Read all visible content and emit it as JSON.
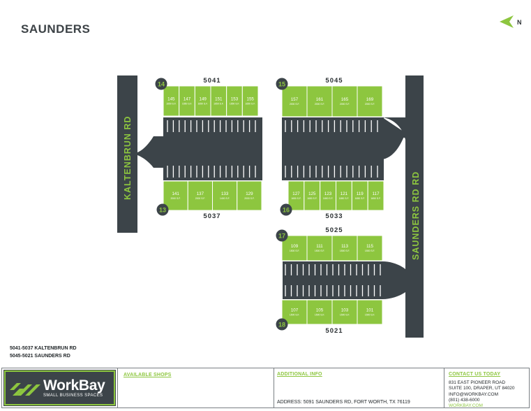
{
  "title": "SAUNDERS",
  "north_label": "N",
  "colors": {
    "green": "#8dc63f",
    "road": "#3c4449",
    "lot_stripe": "#ffffff"
  },
  "roads": {
    "west": "KALTENBRUN RD",
    "east": "SAUNDERS RD RD"
  },
  "buildings": [
    {
      "id": "b5041",
      "name": "5041",
      "badge": "14",
      "units": [
        {
          "number": "145",
          "size": "1650 S.F."
        },
        {
          "number": "147",
          "size": "1650 S.F."
        },
        {
          "number": "149",
          "size": "1650 S.F."
        },
        {
          "number": "151",
          "size": "1650 S.F."
        },
        {
          "number": "153",
          "size": "1650 S.F."
        },
        {
          "number": "155",
          "size": "1650 S.F."
        }
      ]
    },
    {
      "id": "b5037",
      "name": "5037",
      "badge": "13",
      "units": [
        {
          "number": "141",
          "size": "2000 S.F."
        },
        {
          "number": "137",
          "size": "2000 S.F."
        },
        {
          "number": "133",
          "size": "1400 S.F."
        },
        {
          "number": "129",
          "size": "2000 S.F."
        }
      ]
    },
    {
      "id": "b5045",
      "name": "5045",
      "badge": "15",
      "units": [
        {
          "number": "157",
          "size": "2000 S.F."
        },
        {
          "number": "161",
          "size": "2000 S.F."
        },
        {
          "number": "165",
          "size": "2000 S.F."
        },
        {
          "number": "169",
          "size": "2000 S.F."
        }
      ]
    },
    {
      "id": "b5033",
      "name": "5033",
      "badge": "16",
      "units": [
        {
          "number": "127",
          "size": "1650 S.F."
        },
        {
          "number": "125",
          "size": "1650 S.F."
        },
        {
          "number": "123",
          "size": "1650 S.F."
        },
        {
          "number": "121",
          "size": "1650 S.F."
        },
        {
          "number": "119",
          "size": "1650 S.F."
        },
        {
          "number": "117",
          "size": "1650 S.F."
        }
      ]
    },
    {
      "id": "b5025",
      "name": "5025",
      "badge": "17",
      "units": [
        {
          "number": "109",
          "size": "1500 S.F."
        },
        {
          "number": "111",
          "size": "1500 S.F."
        },
        {
          "number": "113",
          "size": "1500 S.F."
        },
        {
          "number": "115",
          "size": "1500 S.F."
        }
      ]
    },
    {
      "id": "b5021",
      "name": "5021",
      "badge": "18",
      "units": [
        {
          "number": "107",
          "size": "1500 S.F."
        },
        {
          "number": "105",
          "size": "1500 S.F."
        },
        {
          "number": "103",
          "size": "1500 S.F."
        },
        {
          "number": "101",
          "size": "1500 S.F."
        }
      ]
    }
  ],
  "address_list": [
    "5041-5037 KALTENBRUN RD",
    "5045-5021 SAUNDERS RD"
  ],
  "footer": {
    "logo_name": "WorkBay",
    "logo_tagline": "SMALL BUSINESS SPACES",
    "shops_label": "AVAILABLE SHOPS",
    "info_label": "ADDITIONAL INFO",
    "info_address": "ADDRESS: 5091 SAUNDERS RD, FORT WORTH, TX 76119",
    "contact_label": "CONTACT US TODAY",
    "contact_lines": [
      "831 EAST PIONEER ROAD",
      "SUITE 100, DRAPER, UT 84020",
      "INFO@WORKBAY.COM",
      "(801) 438-6000"
    ],
    "contact_web": "WORKBAY.COM"
  }
}
